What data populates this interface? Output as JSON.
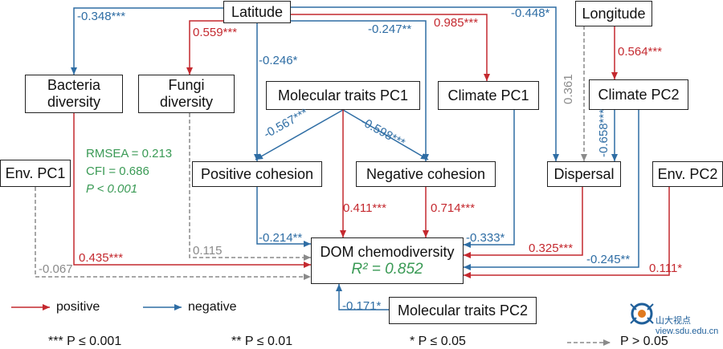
{
  "colors": {
    "positive": "#c4292f",
    "negative": "#2e6da4",
    "ns": "#8a8a8a",
    "fit": "#3a9a55"
  },
  "nodes": {
    "latitude": "Latitude",
    "longitude": "Longitude",
    "bacteria": [
      "Bacteria",
      "diversity"
    ],
    "fungi": [
      "Fungi",
      "diversity"
    ],
    "mol_pc1": "Molecular traits PC1",
    "climate_pc1": "Climate PC1",
    "climate_pc2": "Climate PC2",
    "env_pc1": "Env. PC1",
    "env_pc2": "Env. PC2",
    "pos_cohesion": "Positive cohesion",
    "neg_cohesion": "Negative cohesion",
    "dispersal": "Dispersal",
    "dom": "DOM chemodiversity",
    "dom_r2_label": "R² = 0.852",
    "mol_pc2": "Molecular traits PC2"
  },
  "coefficients": {
    "lat_bacteria": "-0.348***",
    "lat_fungi": "0.559***",
    "lat_poscoh": "-0.246*",
    "lat_negcoh": "-0.247**",
    "lat_climate1": "0.985***",
    "lat_dispersal": "-0.448*",
    "lon_climate2": "0.564***",
    "lon_dispersal": "0.361",
    "climate2_dispersal": "-0.658***",
    "mol1_poscoh": "-0.567***",
    "mol1_negcoh": "-0.598***",
    "mol1_dom": "0.411***",
    "negcoh_dom": "0.714***",
    "poscoh_dom": "-0.214**",
    "climate1_dom": "-0.333*",
    "dispersal_dom": "0.325***",
    "climate2_dom": "-0.245**",
    "env2_dom": "0.111*",
    "bacteria_dom": "0.435***",
    "fungi_dom": "0.115",
    "env1_dom": "-0.067",
    "mol2_dom": "-0.171*"
  },
  "fit": [
    "RMSEA = 0.213",
    "CFI = 0.686",
    "P < 0.001"
  ],
  "legend": {
    "positive": "positive",
    "negative": "negative",
    "sig3": "*** P ≤ 0.001",
    "sig2": "** P ≤ 0.01",
    "sig1": "* P ≤ 0.05",
    "ns": "P > 0.05"
  },
  "watermark": "山大视点 view.sdu.edu.cn"
}
